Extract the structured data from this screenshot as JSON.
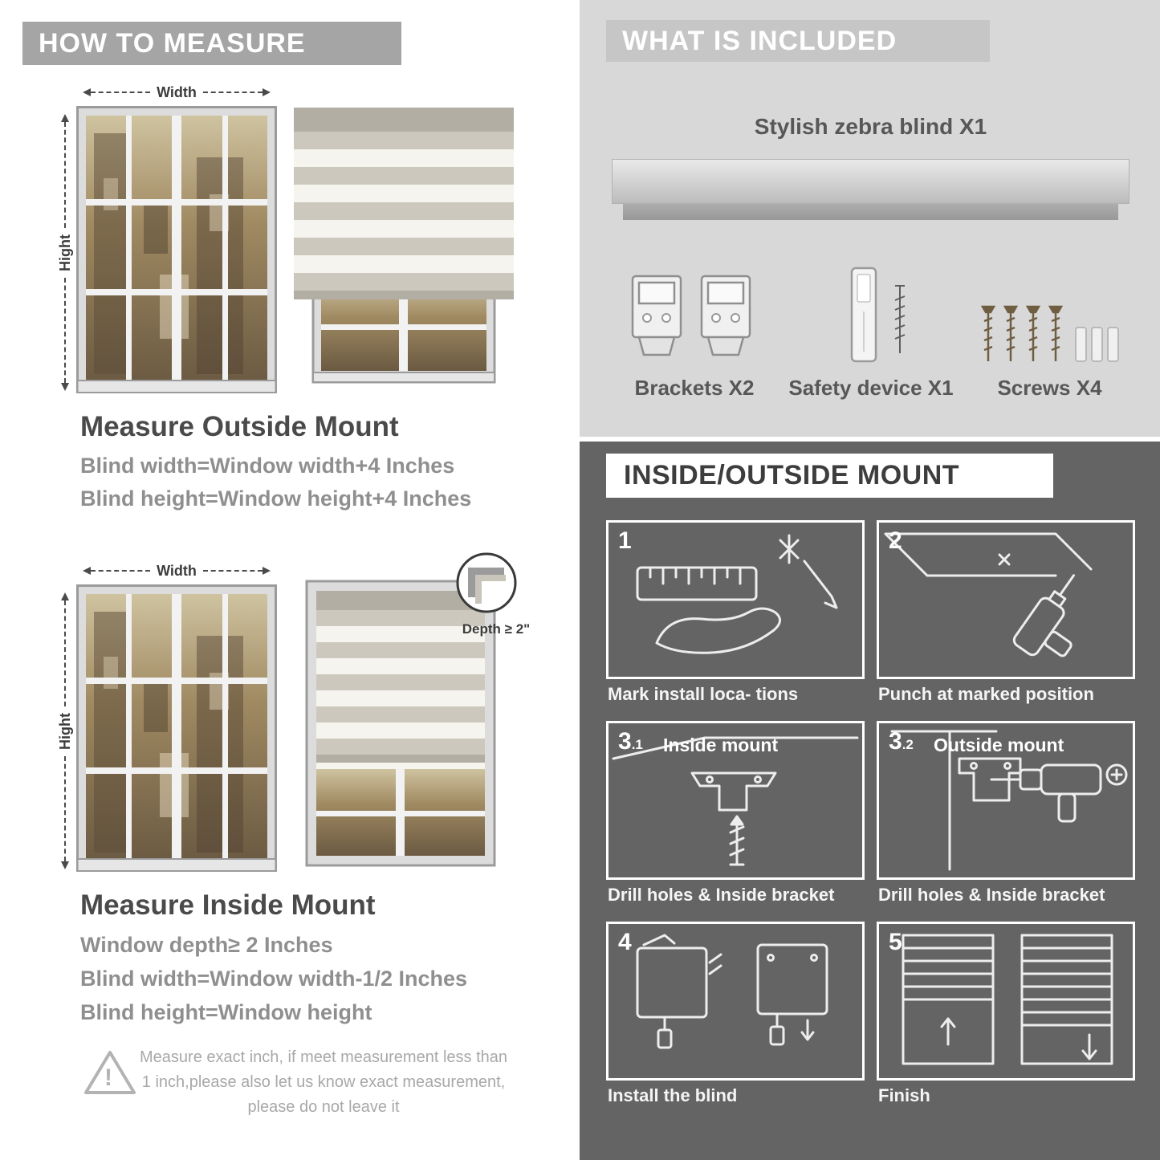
{
  "palette": {
    "left_banner_gray": "#a5a5a5",
    "included_bg": "#d8d8d8",
    "included_banner": "#c6c6c6",
    "dark_bg": "#646464",
    "heading_text": "#4a4a4a",
    "body_text": "#8f8f8f",
    "label_text": "#575757",
    "white": "#ffffff",
    "blind_stripe_gray": "#ccc8bd",
    "blind_stripe_white": "#f6f4ee"
  },
  "how_to_measure": {
    "banner": "HOW TO MEASURE",
    "outside": {
      "width_label": "Width",
      "height_label": "Hight",
      "heading": "Measure Outside Mount",
      "lines": [
        "Blind width=Window width+4 Inches",
        "Blind height=Window height+4 Inches"
      ]
    },
    "inside": {
      "width_label": "Width",
      "height_label": "Hight",
      "depth_label": "Depth ≥ 2\"",
      "heading": "Measure Inside Mount",
      "lines": [
        "Window depth≥ 2 Inches",
        "Blind width=Window width-1/2 Inches",
        "Blind height=Window height"
      ]
    },
    "warning": {
      "mark": "!",
      "text": "Measure exact inch, if meet measurement less than 1 inch,please also let us know exact measurement, please do not leave it"
    }
  },
  "included": {
    "banner": "WHAT IS INCLUDED",
    "product": "Stylish zebra blind X1",
    "items": [
      {
        "label": "Brackets X2"
      },
      {
        "label": "Safety device X1"
      },
      {
        "label": "Screws X4"
      }
    ]
  },
  "mount": {
    "banner": "INSIDE/OUTSIDE MOUNT",
    "steps": [
      {
        "num": "1",
        "sub": "",
        "title": "",
        "caption": "Mark install loca- tions"
      },
      {
        "num": "2",
        "sub": "",
        "title": "",
        "caption": "Punch at  marked position"
      },
      {
        "num": "3",
        "sub": ".1",
        "title": "Inside mount",
        "caption": "Drill holes &  Inside bracket"
      },
      {
        "num": "3",
        "sub": ".2",
        "title": "Outside mount",
        "caption": "Drill holes &  Inside bracket"
      },
      {
        "num": "4",
        "sub": "",
        "title": "",
        "caption": "Install the blind"
      },
      {
        "num": "5",
        "sub": "",
        "title": "",
        "caption": "Finish"
      }
    ]
  }
}
